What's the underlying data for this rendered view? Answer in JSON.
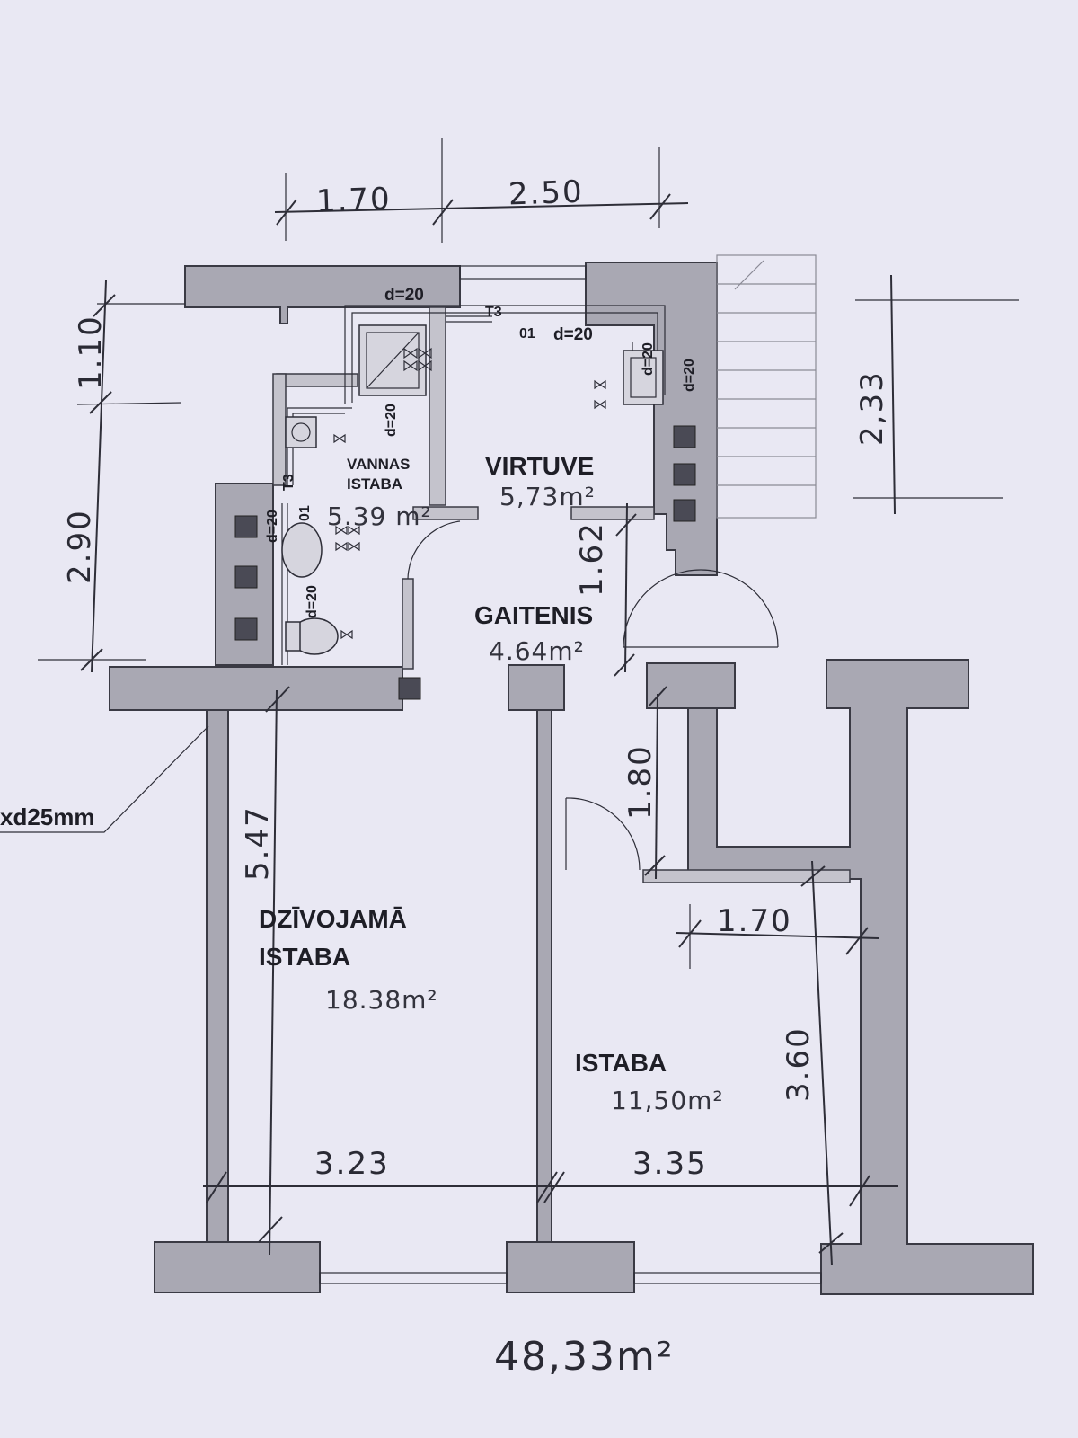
{
  "rooms": {
    "bathroom": {
      "name_line1": "VANNAS",
      "name_line2": "ISTABA",
      "area": "5.39 m²"
    },
    "kitchen": {
      "name": "VIRTUVE",
      "area": "5,73m²"
    },
    "corridor": {
      "name": "GAITENIS",
      "area": "4.64m²"
    },
    "living_room": {
      "name_line1": "DZĪVOJAMĀ",
      "name_line2": "ISTABA",
      "area": "18.38m²"
    },
    "room": {
      "name": "ISTABA",
      "area": "11,50m²"
    }
  },
  "dimensions": {
    "top_left": "1.70",
    "top_right": "2.50",
    "left_upper": "1.10",
    "left_lower": "2.90",
    "right_stairs": "2,33",
    "corridor_vertical": "1.62",
    "storage_vertical": "1.80",
    "living_height": "5.47",
    "room_inner_width": "1.70",
    "room_height": "3.60",
    "living_width": "3.23",
    "room_width": "3.35"
  },
  "pipe_labels": {
    "d20_top": "d=20",
    "t3_top": "T3",
    "o1_top": "01",
    "d20_kitchen": "d=20",
    "d20_kitchen_v1": "d=20",
    "d20_kitchen_v2": "d=20",
    "d20_bath_v": "d=20",
    "t3_left": "T3",
    "d20_left_v1": "d=20",
    "o1_left": "01",
    "d20_left_v2": "d=20"
  },
  "note": "xd25mm",
  "total_area": "48,33m²"
}
